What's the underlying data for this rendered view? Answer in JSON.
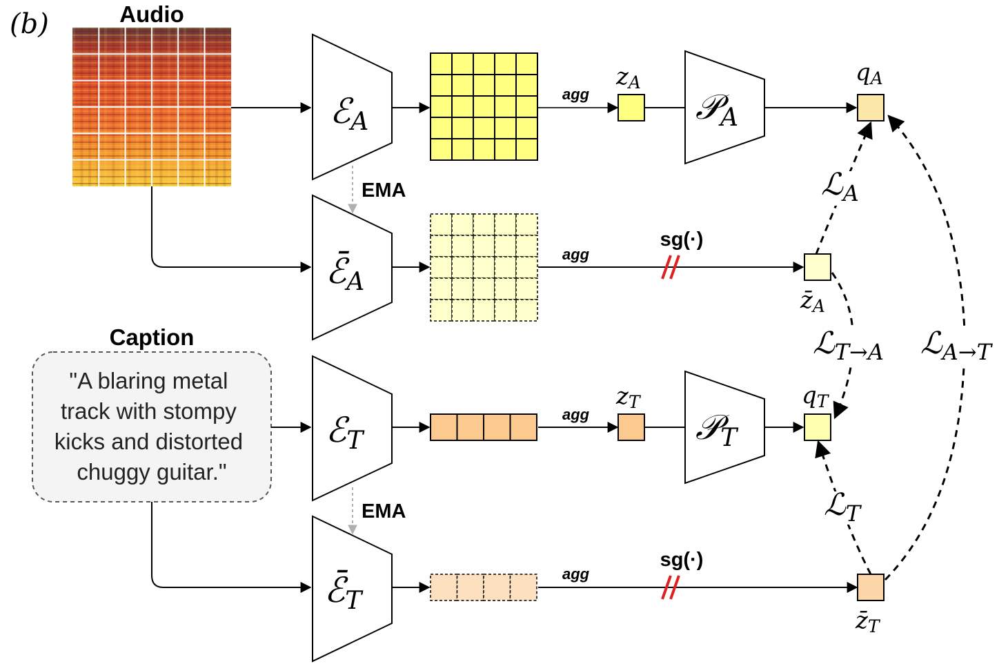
{
  "panel_label": "(b)",
  "audio_title": "Audio",
  "caption_title": "Caption",
  "caption_lines": [
    "\"A blaring metal",
    "track with stompy",
    "kicks and distorted",
    "chuggy guitar.\""
  ],
  "ema_label": "EMA",
  "agg_label": "agg",
  "sg_label": "sg(·)",
  "encoders": {
    "audio": {
      "symbol": "ℰ",
      "sub": "A"
    },
    "audio_ema": {
      "symbol": "ℰ̄",
      "sub": "A"
    },
    "text": {
      "symbol": "ℰ",
      "sub": "T"
    },
    "text_ema": {
      "symbol": "ℰ̄",
      "sub": "T"
    }
  },
  "predictors": {
    "audio": {
      "symbol": "𝒫",
      "sub": "A"
    },
    "text": {
      "symbol": "𝒫",
      "sub": "T"
    }
  },
  "embeddings": {
    "z_a": {
      "base": "z",
      "sub": "A"
    },
    "z_t": {
      "base": "z",
      "sub": "T"
    },
    "q_a": {
      "base": "q",
      "sub": "A"
    },
    "q_t": {
      "base": "q",
      "sub": "T"
    },
    "zbar_a": {
      "base": "z̄",
      "sub": "A"
    },
    "zbar_t": {
      "base": "z̄",
      "sub": "T"
    }
  },
  "losses": {
    "l_a": {
      "symbol": "ℒ",
      "sub": "A"
    },
    "l_t": {
      "symbol": "ℒ",
      "sub": "T"
    },
    "l_t_to_a": {
      "symbol": "ℒ",
      "sub": "T→A"
    },
    "l_a_to_t": {
      "symbol": "ℒ",
      "sub": "A→T"
    }
  },
  "colors": {
    "audio_token": "#ffff80",
    "audio_token_ema": "#ffffcc",
    "text_token": "#fcc98f",
    "text_token_ema": "#fde0c0",
    "q_a_fill": "#fbe7a8",
    "q_t_fill": "#ffffb0",
    "stop_grad": "#e02020",
    "ema_arrow": "#b0b0b0",
    "caption_bg": "#f4f4f4"
  }
}
